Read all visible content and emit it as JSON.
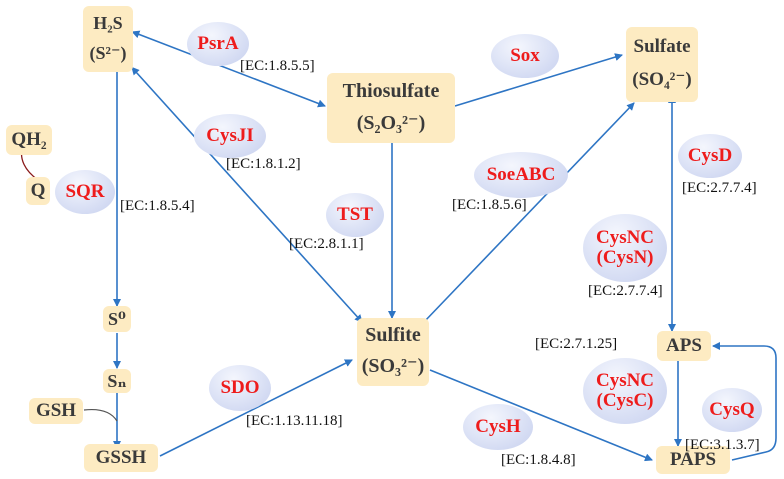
{
  "compounds": {
    "h2s": {
      "line1": "H₂S",
      "line2": "(S²⁻)"
    },
    "thiosulfate": {
      "line1": "Thiosulfate",
      "line2": "(S₂O₃²⁻)"
    },
    "sulfate": {
      "line1": "Sulfate",
      "line2": "(SO₄²⁻)"
    },
    "qh2": "QH₂",
    "q": "Q",
    "s0": "S⁰",
    "sn": "Sₙ",
    "gsh": "GSH",
    "gssh": "GSSH",
    "sulfite": {
      "line1": "Sulfite",
      "line2": "(SO₃²⁻)"
    },
    "aps": "APS",
    "paps": "PAPS"
  },
  "enzymes": {
    "psra": "PsrA",
    "sox": "Sox",
    "cysji": "CysJI",
    "sqr": "SQR",
    "tst": "TST",
    "soeabc": "SoeABC",
    "cysd": "CysD",
    "cysnc_cysn": {
      "line1": "CysNC",
      "line2": "(CysN)"
    },
    "cysnc_cysc": {
      "line1": "CysNC",
      "line2": "(CysC)"
    },
    "cysq": "CysQ",
    "sdo": "SDO",
    "cysh": "CysH"
  },
  "ec_numbers": {
    "psra": "[EC:1.8.5.5]",
    "cysji": "[EC:1.8.1.2]",
    "sqr": "[EC:1.8.5.4]",
    "tst": "[EC:2.8.1.1]",
    "soeabc": "[EC:1.8.5.6]",
    "cysd": "[EC:2.7.7.4]",
    "cysnc_cysn": "[EC:2.7.7.4]",
    "cysnc_cysc": "[EC:2.7.1.25]",
    "cysq": "[EC:3.1.3.7]",
    "sdo": "[EC:1.13.11.18]",
    "cysh": "[EC:1.8.4.8]"
  },
  "colors": {
    "arrow": "#2e75c4",
    "enzyme_text": "#ee1c1c",
    "node_fill": "#fdebc2",
    "enzyme_fill": "#d7ddf4"
  }
}
